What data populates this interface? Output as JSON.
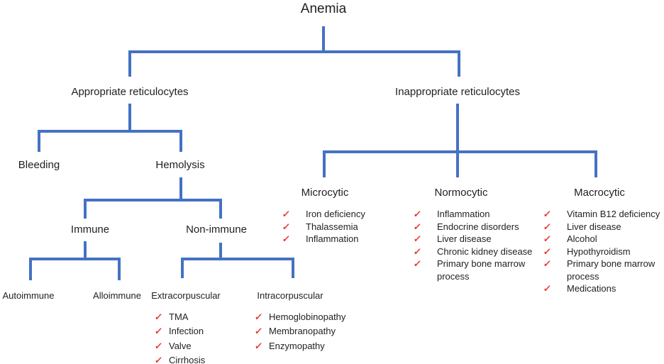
{
  "diagram": {
    "title": "Anemia",
    "colors": {
      "line": "#4472C4",
      "check": "#e8352a",
      "text": "#1f1f1f",
      "background": "#ffffff"
    },
    "check_icon": "✓",
    "nodes": {
      "appropriate": "Appropriate reticulocytes",
      "inappropriate": "Inappropriate reticulocytes",
      "bleeding": "Bleeding",
      "hemolysis": "Hemolysis",
      "immune": "Immune",
      "non_immune": "Non-immune",
      "autoimmune": "Autoimmune",
      "alloimmune": "Alloimmune",
      "extracorpuscular": "Extracorpuscular",
      "intracorpuscular": "Intracorpuscular",
      "microcytic": "Microcytic",
      "normocytic": "Normocytic",
      "macrocytic": "Macrocytic"
    },
    "lists": {
      "extracorpuscular": [
        "TMA",
        "Infection",
        "Valve",
        "Cirrhosis"
      ],
      "intracorpuscular": [
        "Hemoglobinopathy",
        "Membranopathy",
        "Enzymopathy"
      ],
      "microcytic": [
        "Iron deficiency",
        "Thalassemia",
        "Inflammation"
      ],
      "normocytic": [
        "Inflammation",
        "Endocrine disorders",
        "Liver disease",
        "Chronic kidney disease",
        "Primary bone marrow process"
      ],
      "macrocytic": [
        "Vitamin B12 deficiency",
        "Liver disease",
        "Alcohol",
        "Hypothyroidism",
        "Primary bone marrow process",
        "Medications"
      ]
    }
  }
}
